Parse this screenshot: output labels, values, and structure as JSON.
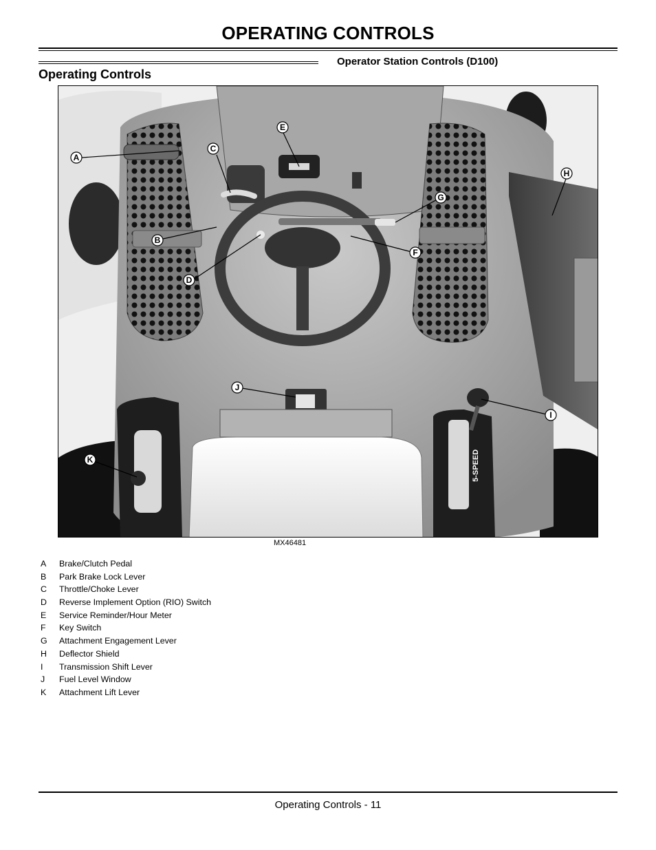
{
  "page_title": "OPERATING CONTROLS",
  "section_heading": "Operating Controls",
  "sub_heading": "Operator Station Controls (D100)",
  "figure": {
    "figure_id": "MX46481",
    "gear_labels": [
      "5-SPEED"
    ],
    "callouts": [
      "A",
      "B",
      "C",
      "D",
      "E",
      "F",
      "G",
      "H",
      "I",
      "J",
      "K"
    ]
  },
  "legend": [
    {
      "key": "A",
      "label": "Brake/Clutch Pedal"
    },
    {
      "key": "B",
      "label": "Park Brake Lock Lever"
    },
    {
      "key": "C",
      "label": "Throttle/Choke Lever"
    },
    {
      "key": "D",
      "label": "Reverse Implement Option (RIO) Switch"
    },
    {
      "key": "E",
      "label": "Service Reminder/Hour Meter"
    },
    {
      "key": "F",
      "label": "Key Switch"
    },
    {
      "key": "G",
      "label": "Attachment Engagement Lever"
    },
    {
      "key": "H",
      "label": "Deflector Shield"
    },
    {
      "key": "I",
      "label": "Transmission Shift Lever"
    },
    {
      "key": "J",
      "label": "Fuel Level Window"
    },
    {
      "key": "K",
      "label": "Attachment Lift Lever"
    }
  ],
  "footer": "Operating Controls - 11"
}
